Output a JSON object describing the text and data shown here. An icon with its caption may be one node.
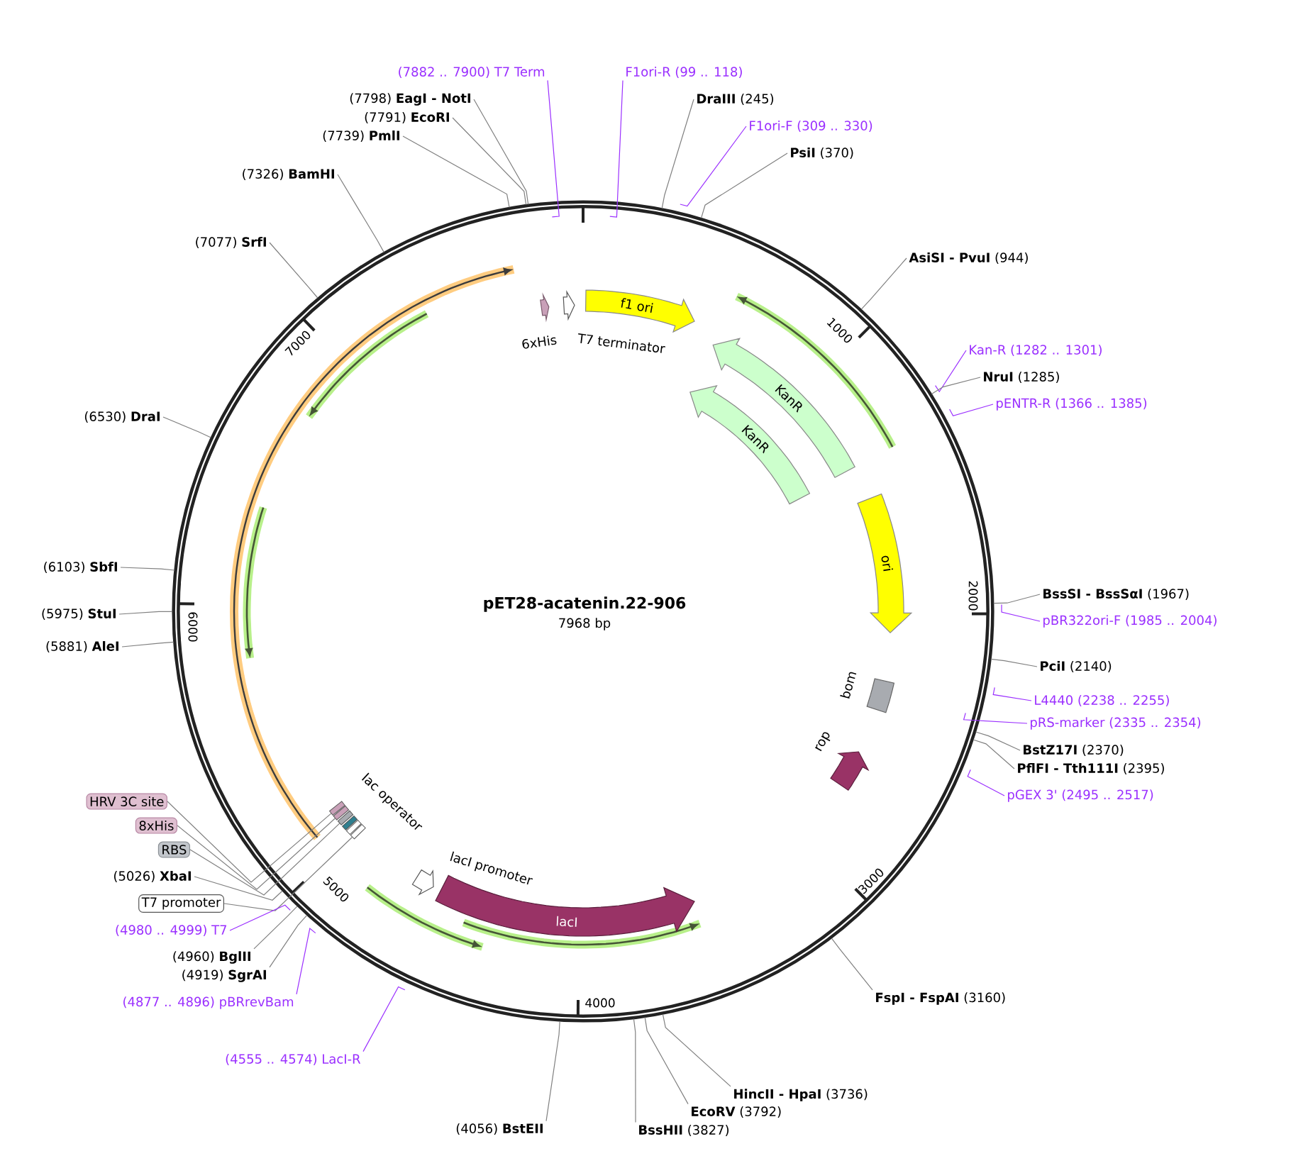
{
  "diagram": {
    "title": "pET28-acatenin.22-906",
    "nodes": [
      {
        "text": [
          "(7882 .. 7900) T7 Term"
        ]
      },
      {
        "text": [
          "F1ori-R (99 .. 118)"
        ]
      },
      {
        "text": [
          "(7798) **EagI - NotI**"
        ]
      },
      {
        "text": [
          "**DraIII** (245)"
        ]
      },
      {
        "text": [
          "(7791) **EcoRI**"
        ]
      },
      {
        "text": [
          "F1ori-F (309 .. 330)"
        ]
      },
      {
        "text": [
          "(7739) **PmlI**"
        ]
      },
      {
        "text": [
          "**PsiI** (370)"
        ]
      },
      {
        "text": [
          "(7326) **BamHI**"
        ]
      },
      {
        "text": [
          "(7077) **SrfI**"
        ]
      },
      {
        "text": [
          "**AsiSI - PvuI** (944)"
        ]
      },
      {
        "text": [
          "Kan-R (1282 .. 1301)"
        ]
      },
      {
        "text": [
          "**NruI** (1285)"
        ]
      },
      {
        "text": [
          "pENTR-R (1366 .. 1385)"
        ]
      },
      {
        "text": [
          "(6530) **DraI**"
        ]
      },
      {
        "text": [
          "(6103) **SbfI**"
        ]
      },
      {
        "text": [
          "**BssSI - BssSαI** (1967)"
        ]
      },
      {
        "text": [
          "pBR322ori-F (1985 .. 2004)"
        ]
      },
      {
        "text": [
          "(5975) **StuI**"
        ]
      },
      {
        "text": [
          "(5881) **AleI**"
        ]
      },
      {
        "text": [
          "**PciI** (2140)"
        ]
      },
      {
        "text": [
          "L4440 (2238 .. 2255)"
        ]
      },
      {
        "text": [
          "pRS-marker (2335 .. 2354)"
        ]
      },
      {
        "text": [
          "**BstZ17I** (2370)"
        ]
      },
      {
        "text": [
          "**PflFI - Tth111I** (2395)"
        ]
      },
      {
        "text": [
          "pGEX 3' (2495 .. 2517)"
        ]
      },
      {
        "text": [
          "HRV 3C site"
        ]
      },
      {
        "text": [
          "8xHis"
        ]
      },
      {
        "text": [
          "RBS"
        ]
      },
      {
        "text": [
          "(5026) **XbaI**"
        ]
      },
      {
        "text": [
          "T7 promoter"
        ]
      },
      {
        "text": [
          "(4980 .. 4999) T7"
        ]
      },
      {
        "text": [
          "(4960) **BglII**"
        ]
      },
      {
        "text": [
          "(4919) **SgrAI**"
        ]
      },
      {
        "text": [
          "**FspI - FspAI** (3160)"
        ]
      },
      {
        "text": [
          "(4877 .. 4896) pBRrevBam"
        ]
      },
      {
        "text": [
          "(4555 .. 4574) LacI-R"
        ]
      },
      {
        "text": [
          "**HincII - HpaI** (3736)"
        ]
      },
      {
        "text": [
          "**EcoRV** (3792)"
        ]
      },
      {
        "text": [
          "(4056) **BstEII**"
        ]
      },
      {
        "text": [
          "**BssHII** (3827)"
        ]
      },
      {
        "text": [
          "6xHis"
        ]
      },
      {
        "text": [
          "T7 terminator"
        ]
      },
      {
        "text": [
          "f1 ori"
        ]
      },
      {
        "text": [
          "KanR"
        ]
      },
      {
        "text": [
          "KanR"
        ]
      },
      {
        "text": [
          "ori"
        ]
      },
      {
        "text": [
          "bom"
        ]
      },
      {
        "text": [
          "rop"
        ]
      },
      {
        "text": [
          "lac operator"
        ]
      },
      {
        "text": [
          "lacI promoter"
        ]
      },
      {
        "text": [
          "lacI"
        ]
      },
      {
        "text": [],
        "shape": "box"
      },
      {
        "text": [],
        "shape": "box"
      },
      {
        "text": [],
        "shape": "box"
      },
      {
        "text": [],
        "shape": "box"
      }
    ],
    "edges": [
      {
        "from": 0,
        "to": null,
        "arrow": "none",
        "color": "#9b30ff"
      },
      {
        "from": 1,
        "to": null,
        "arrow": "none",
        "color": "#9b30ff"
      },
      {
        "from": 2,
        "to": null,
        "arrow": "none"
      },
      {
        "from": 3,
        "to": null,
        "arrow": "none"
      },
      {
        "from": 4,
        "to": null,
        "arrow": "none"
      },
      {
        "from": 5,
        "to": null,
        "arrow": "none",
        "color": "#9b30ff"
      },
      {
        "from": 6,
        "to": null,
        "arrow": "none"
      },
      {
        "from": 7,
        "to": null,
        "arrow": "none"
      },
      {
        "from": 8,
        "to": null,
        "arrow": "none"
      },
      {
        "from": 9,
        "to": null,
        "arrow": "none"
      },
      {
        "from": 10,
        "to": null,
        "arrow": "none"
      },
      {
        "from": 11,
        "to": null,
        "arrow": "none",
        "color": "#9b30ff"
      },
      {
        "from": 12,
        "to": null,
        "arrow": "none"
      },
      {
        "from": 13,
        "to": null,
        "arrow": "none",
        "color": "#9b30ff"
      },
      {
        "from": 14,
        "to": null,
        "arrow": "none"
      },
      {
        "from": 15,
        "to": null,
        "arrow": "none"
      },
      {
        "from": 16,
        "to": null,
        "arrow": "none"
      },
      {
        "from": 17,
        "to": null,
        "arrow": "none",
        "color": "#9b30ff"
      },
      {
        "from": 18,
        "to": null,
        "arrow": "none"
      },
      {
        "from": 19,
        "to": null,
        "arrow": "none"
      },
      {
        "from": 20,
        "to": null,
        "arrow": "none"
      },
      {
        "from": 21,
        "to": null,
        "arrow": "none",
        "color": "#9b30ff"
      },
      {
        "from": 22,
        "to": null,
        "arrow": "none",
        "color": "#9b30ff"
      },
      {
        "from": 23,
        "to": null,
        "arrow": "none"
      },
      {
        "from": 24,
        "to": null,
        "arrow": "none"
      },
      {
        "from": 25,
        "to": null,
        "arrow": "none",
        "color": "#9b30ff"
      },
      {
        "from": 26,
        "to": 52,
        "arrow": "none"
      },
      {
        "from": 27,
        "to": 53,
        "arrow": "none"
      },
      {
        "from": 28,
        "to": 54,
        "arrow": "none"
      },
      {
        "from": 29,
        "to": null,
        "arrow": "none"
      },
      {
        "from": 30,
        "to": 55,
        "arrow": "none"
      },
      {
        "from": 31,
        "to": null,
        "arrow": "none",
        "color": "#9b30ff"
      },
      {
        "from": 32,
        "to": null,
        "arrow": "none"
      },
      {
        "from": 33,
        "to": null,
        "arrow": "none"
      },
      {
        "from": 34,
        "to": null,
        "arrow": "none"
      },
      {
        "from": 35,
        "to": null,
        "arrow": "none",
        "color": "#9b30ff"
      },
      {
        "from": 36,
        "to": null,
        "arrow": "none",
        "color": "#9b30ff"
      },
      {
        "from": 37,
        "to": null,
        "arrow": "none"
      },
      {
        "from": 38,
        "to": null,
        "arrow": "none"
      },
      {
        "from": 39,
        "to": null,
        "arrow": "none"
      },
      {
        "from": 40,
        "to": null,
        "arrow": "none"
      }
    ],
    "labels": [
      "7968 bp",
      "1000",
      "2000",
      "3000",
      "4000",
      "5000",
      "6000",
      "7000"
    ]
  }
}
